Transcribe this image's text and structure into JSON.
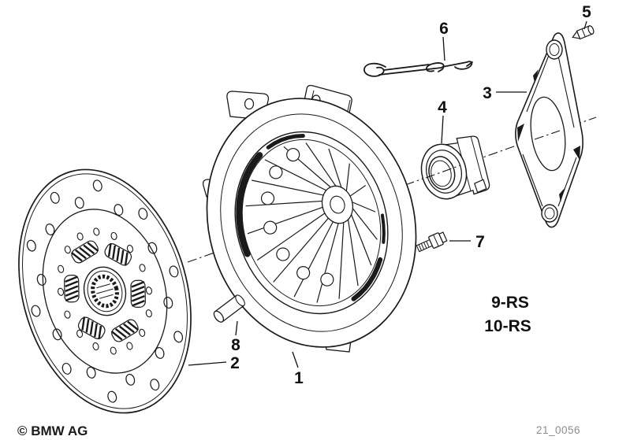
{
  "part_labels": {
    "1": "1",
    "2": "2",
    "3": "3",
    "4": "4",
    "5": "5",
    "6": "6",
    "7": "7",
    "8": "8"
  },
  "variant_labels": {
    "rs9": "9-RS",
    "rs10": "10-RS"
  },
  "footer": {
    "copyright": "© BMW AG",
    "diagram_code": "21_0056"
  }
}
